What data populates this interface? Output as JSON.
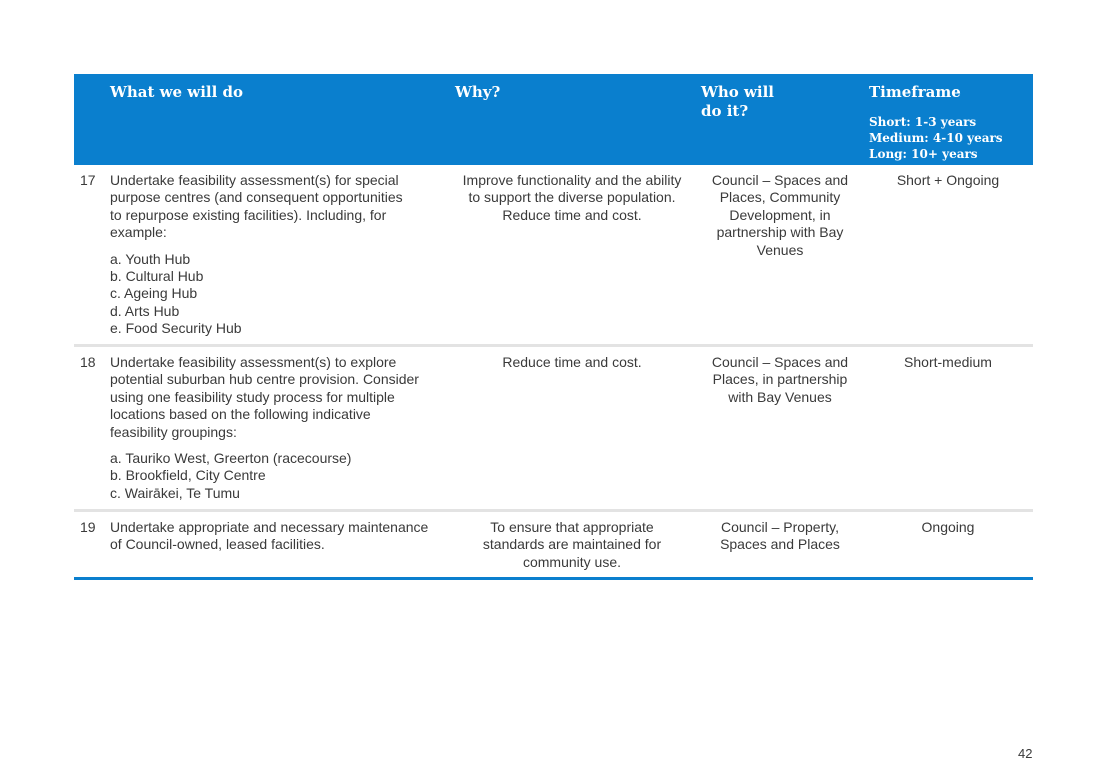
{
  "header": {
    "what": "What we will do",
    "why": "Why?",
    "who_line1": "Who will",
    "who_line2": "do it?",
    "timeframe": "Timeframe",
    "legend": [
      "Short: 1-3 years",
      "Medium: 4-10 years",
      "Long: 10+ years"
    ]
  },
  "rows": [
    {
      "num": "17",
      "what_lines": [
        "Undertake feasibility assessment(s) for special",
        "purpose centres (and consequent opportunities",
        "to repurpose existing facilities). Including, for",
        "example:"
      ],
      "sub_items": [
        "a. Youth Hub",
        "b. Cultural Hub",
        "c. Ageing Hub",
        "d. Arts Hub",
        "e. Food Security Hub"
      ],
      "why_lines": [
        "Improve functionality and the ability",
        "to support the diverse population.",
        "Reduce time and cost."
      ],
      "who_lines": [
        "Council – Spaces and",
        "Places, Community",
        "Development, in",
        "partnership with Bay",
        "Venues"
      ],
      "timeframe": "Short + Ongoing"
    },
    {
      "num": "18",
      "what_lines": [
        "Undertake feasibility assessment(s) to explore",
        "potential suburban hub centre provision. Consider",
        "using one feasibility study process for multiple",
        "locations based on the following indicative",
        "feasibility groupings:"
      ],
      "sub_items": [
        "a. Tauriko West, Greerton (racecourse)",
        "b. Brookfield, City Centre",
        "c. Wairākei, Te Tumu"
      ],
      "why_lines": [
        "Reduce time and cost."
      ],
      "who_lines": [
        "Council – Spaces and",
        "Places, in partnership",
        "with Bay Venues"
      ],
      "timeframe": "Short-medium"
    },
    {
      "num": "19",
      "what_lines": [
        "Undertake appropriate and necessary maintenance",
        "of Council-owned, leased facilities."
      ],
      "sub_items": [],
      "why_lines": [
        "To ensure that appropriate",
        "standards are maintained for",
        "community use."
      ],
      "who_lines": [
        "Council – Property,",
        "Spaces and Places"
      ],
      "timeframe": "Ongoing"
    }
  ],
  "page_number": "42",
  "colors": {
    "header_bg": "#0a7fce",
    "header_text": "#ffffff",
    "body_text": "#3a3a3a",
    "row_divider": "#e3e3e3"
  }
}
